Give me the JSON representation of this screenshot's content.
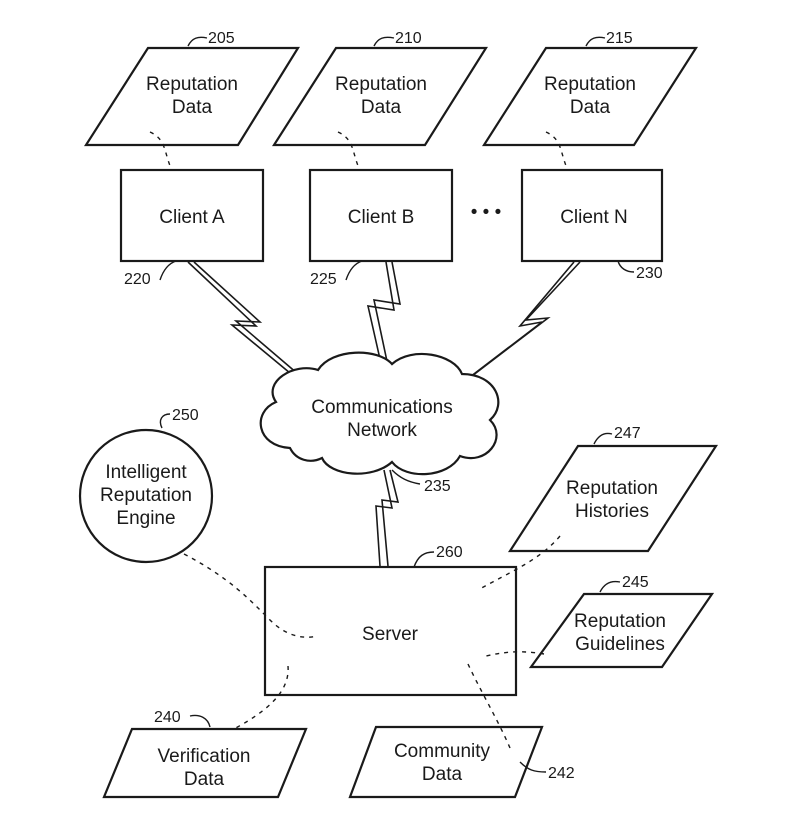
{
  "reputation_data": [
    {
      "label": [
        "Reputation",
        "Data"
      ],
      "ref": "205"
    },
    {
      "label": [
        "Reputation",
        "Data"
      ],
      "ref": "210"
    },
    {
      "label": [
        "Reputation",
        "Data"
      ],
      "ref": "215"
    }
  ],
  "clients": [
    {
      "label": "Client A",
      "ref": "220"
    },
    {
      "label": "Client B",
      "ref": "225"
    },
    {
      "label": "Client N",
      "ref": "230"
    }
  ],
  "ellipsis": "• • •",
  "network": {
    "label": [
      "Communications",
      "Network"
    ],
    "ref": "235"
  },
  "engine": {
    "label": [
      "Intelligent",
      "Reputation",
      "Engine"
    ],
    "ref": "250"
  },
  "server": {
    "label": "Server",
    "ref": "260"
  },
  "histories": {
    "label": [
      "Reputation",
      "Histories"
    ],
    "ref": "247"
  },
  "guidelines": {
    "label": [
      "Reputation",
      "Guidelines"
    ],
    "ref": "245"
  },
  "verification": {
    "label": [
      "Verification",
      "Data"
    ],
    "ref": "240"
  },
  "community": {
    "label": [
      "Community",
      "Data"
    ],
    "ref": "242"
  }
}
